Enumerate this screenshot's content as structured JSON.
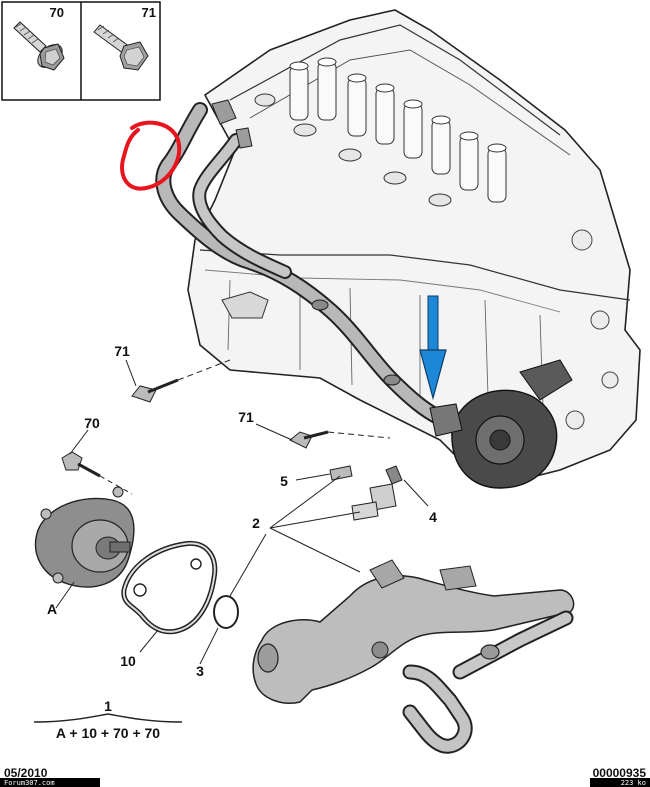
{
  "legend": {
    "box_left_label": "70",
    "box_right_label": "71"
  },
  "callouts": {
    "bolt_71_upper": "71",
    "bolt_71_lower": "71",
    "bolt_70": "70",
    "part_5": "5",
    "part_4": "4",
    "part_2": "2",
    "part_a": "A",
    "part_10": "10",
    "part_3": "3"
  },
  "kit": {
    "number": "1",
    "formula": "A + 10 + 70 + 70"
  },
  "footer": {
    "date": "05/2010",
    "reference": "00000935",
    "watermark": "Forum307.com",
    "file_size": "223 ko"
  },
  "colors": {
    "annotation_circle": "#e8141e",
    "annotation_arrow": "#1e88d8",
    "line_art": "#222222",
    "engine_fill": "#f4f4f4",
    "hose_fill": "#bdbdbd",
    "pump_fill": "#4a4a4a"
  }
}
